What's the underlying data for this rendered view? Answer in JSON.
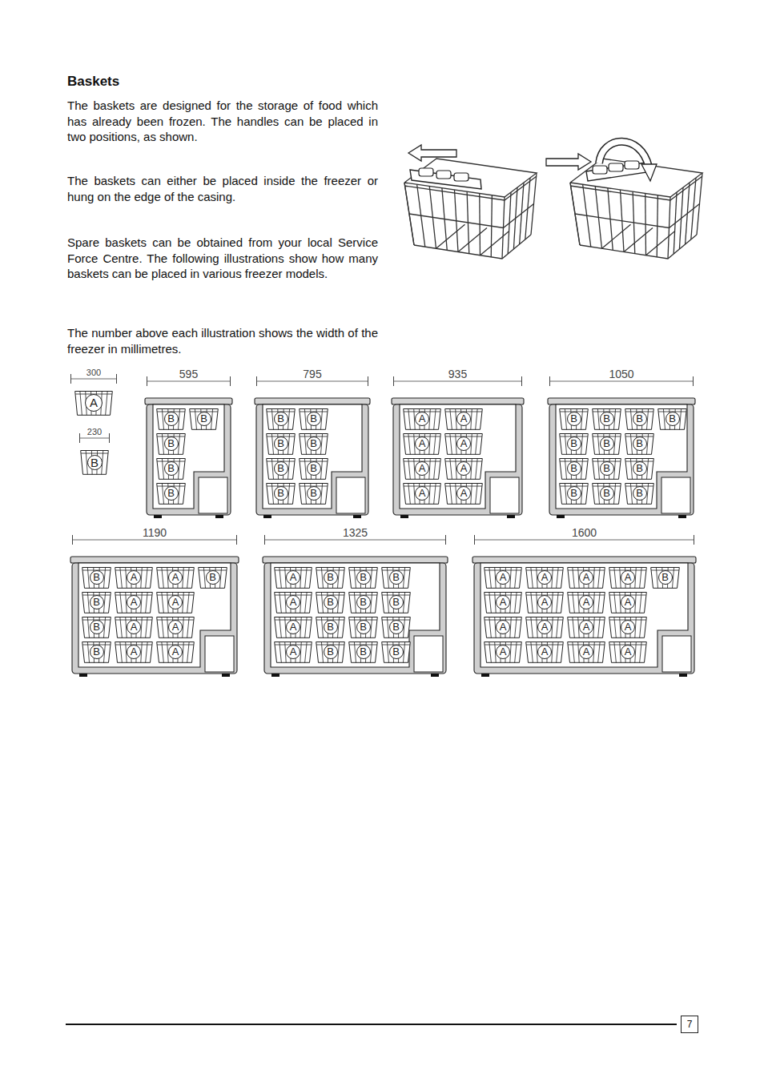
{
  "diagram": {
    "title": "Baskets",
    "nodes": [
      {
        "text": [
          "300"
        ]
      },
      {
        "text": [
          "A"
        ],
        "in": 0
      },
      {
        "text": [
          "230"
        ]
      },
      {
        "text": [
          "B"
        ],
        "in": 2
      },
      {
        "text": [
          "595"
        ]
      },
      {
        "text": [
          "B"
        ],
        "in": 4
      },
      {
        "text": [
          "B"
        ],
        "in": 4
      },
      {
        "text": [
          "B"
        ],
        "in": 4
      },
      {
        "text": [
          "B"
        ],
        "in": 4
      },
      {
        "text": [
          "B"
        ],
        "in": 4
      },
      {
        "text": [
          "795"
        ]
      },
      {
        "text": [
          "B"
        ],
        "in": 10
      },
      {
        "text": [
          "B"
        ],
        "in": 10
      },
      {
        "text": [
          "B"
        ],
        "in": 10
      },
      {
        "text": [
          "B"
        ],
        "in": 10
      },
      {
        "text": [
          "B"
        ],
        "in": 10
      },
      {
        "text": [
          "B"
        ],
        "in": 10
      },
      {
        "text": [
          "B"
        ],
        "in": 10
      },
      {
        "text": [
          "B"
        ],
        "in": 10
      },
      {
        "text": [
          "935"
        ]
      },
      {
        "text": [
          "A"
        ],
        "in": 19
      },
      {
        "text": [
          "A"
        ],
        "in": 19
      },
      {
        "text": [
          "A"
        ],
        "in": 19
      },
      {
        "text": [
          "A"
        ],
        "in": 19
      },
      {
        "text": [
          "A"
        ],
        "in": 19
      },
      {
        "text": [
          "A"
        ],
        "in": 19
      },
      {
        "text": [
          "A"
        ],
        "in": 19
      },
      {
        "text": [
          "A"
        ],
        "in": 19
      },
      {
        "text": [
          "1050"
        ]
      },
      {
        "text": [
          "B"
        ],
        "in": 28
      },
      {
        "text": [
          "B"
        ],
        "in": 28
      },
      {
        "text": [
          "B"
        ],
        "in": 28
      },
      {
        "text": [
          "B"
        ],
        "in": 28
      },
      {
        "text": [
          "B"
        ],
        "in": 28
      },
      {
        "text": [
          "B"
        ],
        "in": 28
      },
      {
        "text": [
          "B"
        ],
        "in": 28
      },
      {
        "text": [
          "B"
        ],
        "in": 28
      },
      {
        "text": [
          "B"
        ],
        "in": 28
      },
      {
        "text": [
          "B"
        ],
        "in": 28
      },
      {
        "text": [
          "B"
        ],
        "in": 28
      },
      {
        "text": [
          "B"
        ],
        "in": 28
      },
      {
        "text": [
          "B"
        ],
        "in": 28
      },
      {
        "text": [
          "1190"
        ]
      },
      {
        "text": [
          "B"
        ],
        "in": 42
      },
      {
        "text": [
          "A"
        ],
        "in": 42
      },
      {
        "text": [
          "A"
        ],
        "in": 42
      },
      {
        "text": [
          "B"
        ],
        "in": 42
      },
      {
        "text": [
          "B"
        ],
        "in": 42
      },
      {
        "text": [
          "A"
        ],
        "in": 42
      },
      {
        "text": [
          "A"
        ],
        "in": 42
      },
      {
        "text": [
          "B"
        ],
        "in": 42
      },
      {
        "text": [
          "A"
        ],
        "in": 42
      },
      {
        "text": [
          "A"
        ],
        "in": 42
      },
      {
        "text": [
          "B"
        ],
        "in": 42
      },
      {
        "text": [
          "A"
        ],
        "in": 42
      },
      {
        "text": [
          "A"
        ],
        "in": 42
      },
      {
        "text": [
          "1325"
        ]
      },
      {
        "text": [
          "A"
        ],
        "in": 56
      },
      {
        "text": [
          "B"
        ],
        "in": 56
      },
      {
        "text": [
          "B"
        ],
        "in": 56
      },
      {
        "text": [
          "B"
        ],
        "in": 56
      },
      {
        "text": [
          "A"
        ],
        "in": 56
      },
      {
        "text": [
          "B"
        ],
        "in": 56
      },
      {
        "text": [
          "B"
        ],
        "in": 56
      },
      {
        "text": [
          "B"
        ],
        "in": 56
      },
      {
        "text": [
          "A"
        ],
        "in": 56
      },
      {
        "text": [
          "B"
        ],
        "in": 56
      },
      {
        "text": [
          "B"
        ],
        "in": 56
      },
      {
        "text": [
          "B"
        ],
        "in": 56
      },
      {
        "text": [
          "A"
        ],
        "in": 56
      },
      {
        "text": [
          "B"
        ],
        "in": 56
      },
      {
        "text": [
          "B"
        ],
        "in": 56
      },
      {
        "text": [
          "B"
        ],
        "in": 56
      },
      {
        "text": [
          "1600"
        ]
      },
      {
        "text": [
          "A"
        ],
        "in": 73
      },
      {
        "text": [
          "A"
        ],
        "in": 73
      },
      {
        "text": [
          "A"
        ],
        "in": 73
      },
      {
        "text": [
          "A"
        ],
        "in": 73
      },
      {
        "text": [
          "B"
        ],
        "in": 73
      },
      {
        "text": [
          "A"
        ],
        "in": 73
      },
      {
        "text": [
          "A"
        ],
        "in": 73
      },
      {
        "text": [
          "A"
        ],
        "in": 73
      },
      {
        "text": [
          "A"
        ],
        "in": 73
      },
      {
        "text": [
          "A"
        ],
        "in": 73
      },
      {
        "text": [
          "A"
        ],
        "in": 73
      },
      {
        "text": [
          "A"
        ],
        "in": 73
      },
      {
        "text": [
          "A"
        ],
        "in": 73
      },
      {
        "text": [
          "A"
        ],
        "in": 73
      },
      {
        "text": [
          "A"
        ],
        "in": 73
      },
      {
        "text": [
          "A"
        ],
        "in": 73
      },
      {
        "text": [
          "A"
        ],
        "in": 73
      }
    ],
    "labels": [
      "The baskets are designed for the storage of food which has already been frozen. The handles can be placed in two positions, as shown.",
      "The baskets can either be placed inside the freezer or hung on the edge of the casing.",
      "Spare baskets can be obtained from your local Service Force Centre. The following illustrations show how many baskets can be placed in various freezer models.",
      "The number above each illustration shows the width of the freezer in millimetres.",
      "7"
    ]
  }
}
